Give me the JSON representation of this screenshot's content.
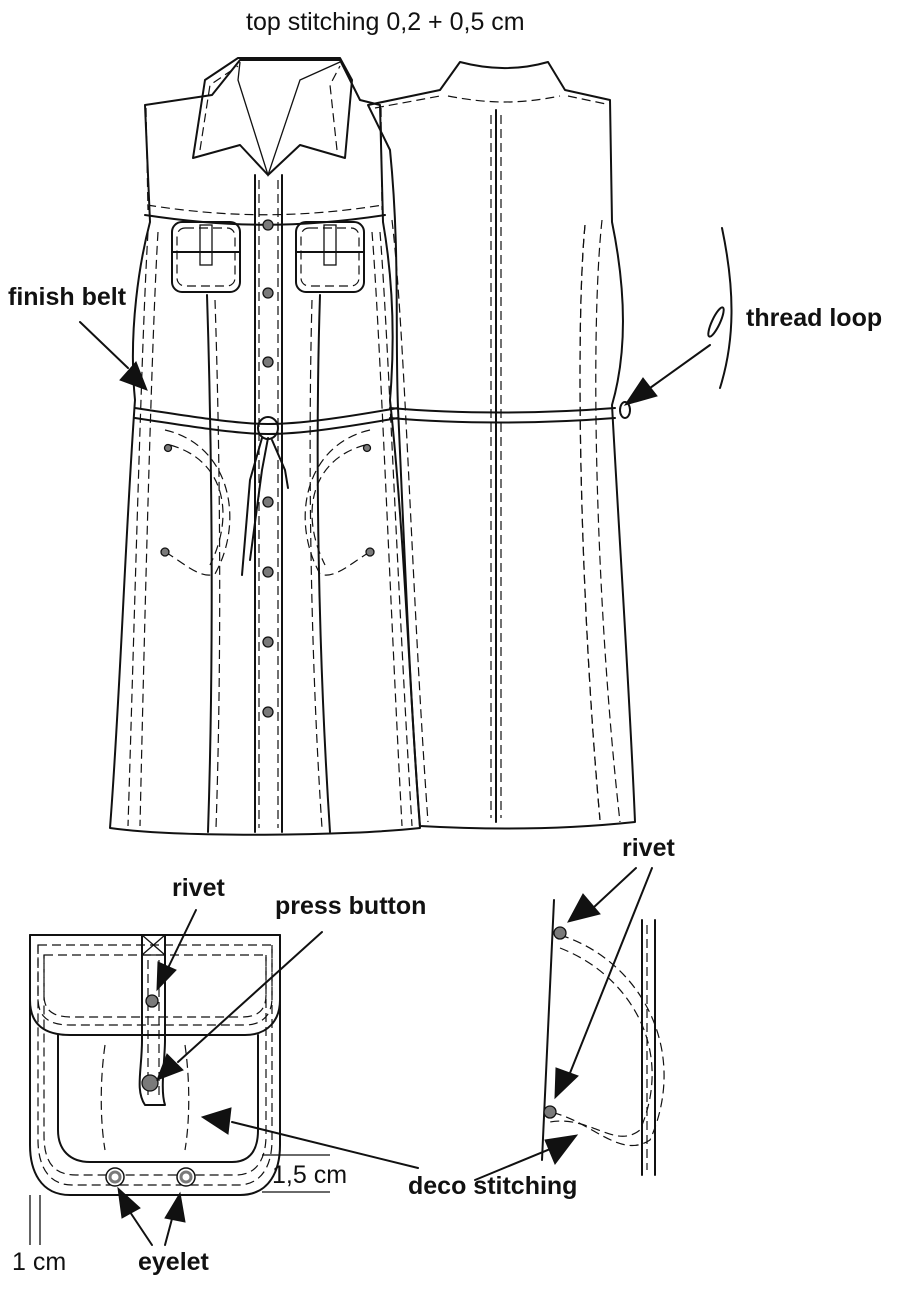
{
  "labels": {
    "top_stitching": "top stitching 0,2 + 0,5 cm",
    "finish_belt": "finish belt",
    "thread_loop": "thread loop",
    "rivet_detail": "rivet",
    "rivet_pocket": "rivet",
    "press_button": "press button",
    "deco_stitching": "deco stitching",
    "measure_15": "1,5 cm",
    "measure_1": "1 cm",
    "eyelet": "eyelet"
  },
  "colors": {
    "line": "#111111",
    "rivet_fill": "#7a7a7a",
    "background": "#ffffff"
  }
}
